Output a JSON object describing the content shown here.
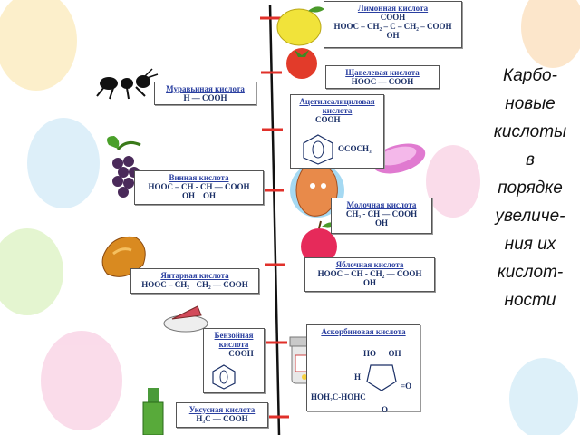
{
  "side_text": [
    "Карбо-",
    "новые",
    "кислоты",
    "в",
    "порядке",
    "увеличе-",
    "ния их",
    "кислот-",
    "ности"
  ],
  "acids": [
    {
      "name": "Лимонная кислота",
      "formula": [
        "COOH",
        "HOOC – CH₂ – C – CH₂ – COOH",
        "OH"
      ]
    },
    {
      "name": "Щавелевая кислота",
      "formula": [
        "HOOC — COOH"
      ]
    },
    {
      "name": "Муравьиная кислота",
      "formula": [
        "H — COOH"
      ]
    },
    {
      "name": "Ацетилсалициловая кислота",
      "formula": [
        "COOH",
        "OCOCH₃"
      ]
    },
    {
      "name": "Винная кислота",
      "formula": [
        "HOOC – CH - CH — COOH",
        "OH    OH"
      ]
    },
    {
      "name": "Молочная кислота",
      "formula": [
        "CH₃ - CH — COOH",
        "OH"
      ]
    },
    {
      "name": "Яблочная кислота",
      "formula": [
        "HOOC – CH - CH₂ — COOH",
        "OH"
      ]
    },
    {
      "name": "Янтарная кислота",
      "formula": [
        "HOOC – CH₂ - CH₂ — COOH"
      ]
    },
    {
      "name": "Бензойная кислота",
      "formula": [
        "COOH"
      ]
    },
    {
      "name": "Аскорбиновая кислота",
      "formula": [
        "HO      OH",
        "H",
        "=O",
        "HOH₂C-HOHC",
        "O"
      ]
    },
    {
      "name": "Уксусная кислота",
      "formula": [
        "H₃C — COOH"
      ]
    }
  ],
  "colors": {
    "axis": "#111111",
    "tick": "#e0302a",
    "label_text": "#1a2f66",
    "label_name": "#2a3fa0"
  }
}
